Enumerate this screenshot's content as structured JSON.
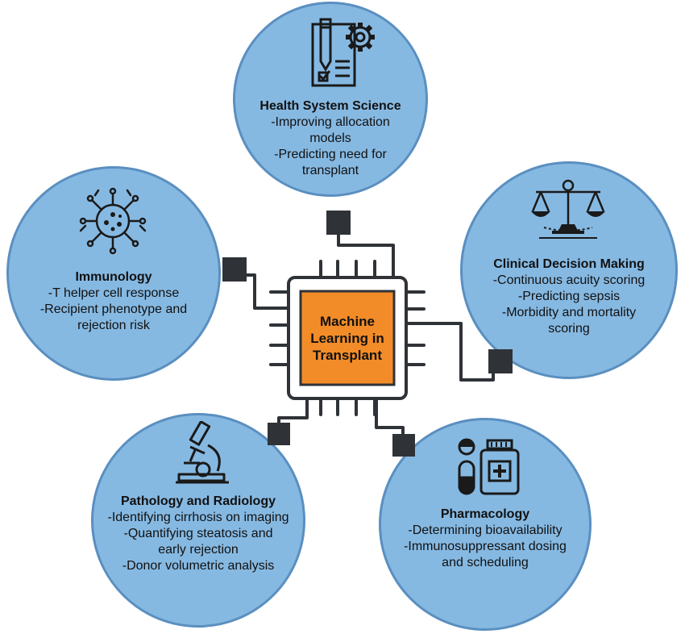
{
  "center": {
    "label_lines": [
      "Machine",
      "Learning in",
      "Transplant"
    ],
    "color": "#f28c28"
  },
  "colors": {
    "bubble_fill": "#86b9e2",
    "bubble_border": "#5a8fc0",
    "chip_frame": "#ffffff",
    "wire": "#2f3338"
  },
  "nodes": {
    "health_system": {
      "title": "Health System Science",
      "lines": [
        "-Improving allocation",
        "models",
        "-Predicting need for",
        "transplant"
      ],
      "icon": "document-gear-icon"
    },
    "immunology": {
      "title": "Immunology",
      "lines": [
        "-T helper cell response",
        "-Recipient phenotype and",
        "rejection risk"
      ],
      "icon": "virus-icon"
    },
    "clinical": {
      "title": "Clinical Decision Making",
      "lines": [
        "-Continuous acuity scoring",
        "-Predicting sepsis",
        "-Morbidity and mortality",
        "scoring"
      ],
      "icon": "balance-scale-icon"
    },
    "pathology": {
      "title": "Pathology and Radiology",
      "lines": [
        "-Identifying cirrhosis on imaging",
        "-Quantifying steatosis and",
        "early rejection",
        "-Donor volumetric analysis"
      ],
      "icon": "microscope-icon"
    },
    "pharmacology": {
      "title": "Pharmacology",
      "lines": [
        "-Determining bioavailability",
        "-Immunosuppressant dosing",
        "and scheduling"
      ],
      "icon": "medicine-bottle-icon"
    }
  }
}
